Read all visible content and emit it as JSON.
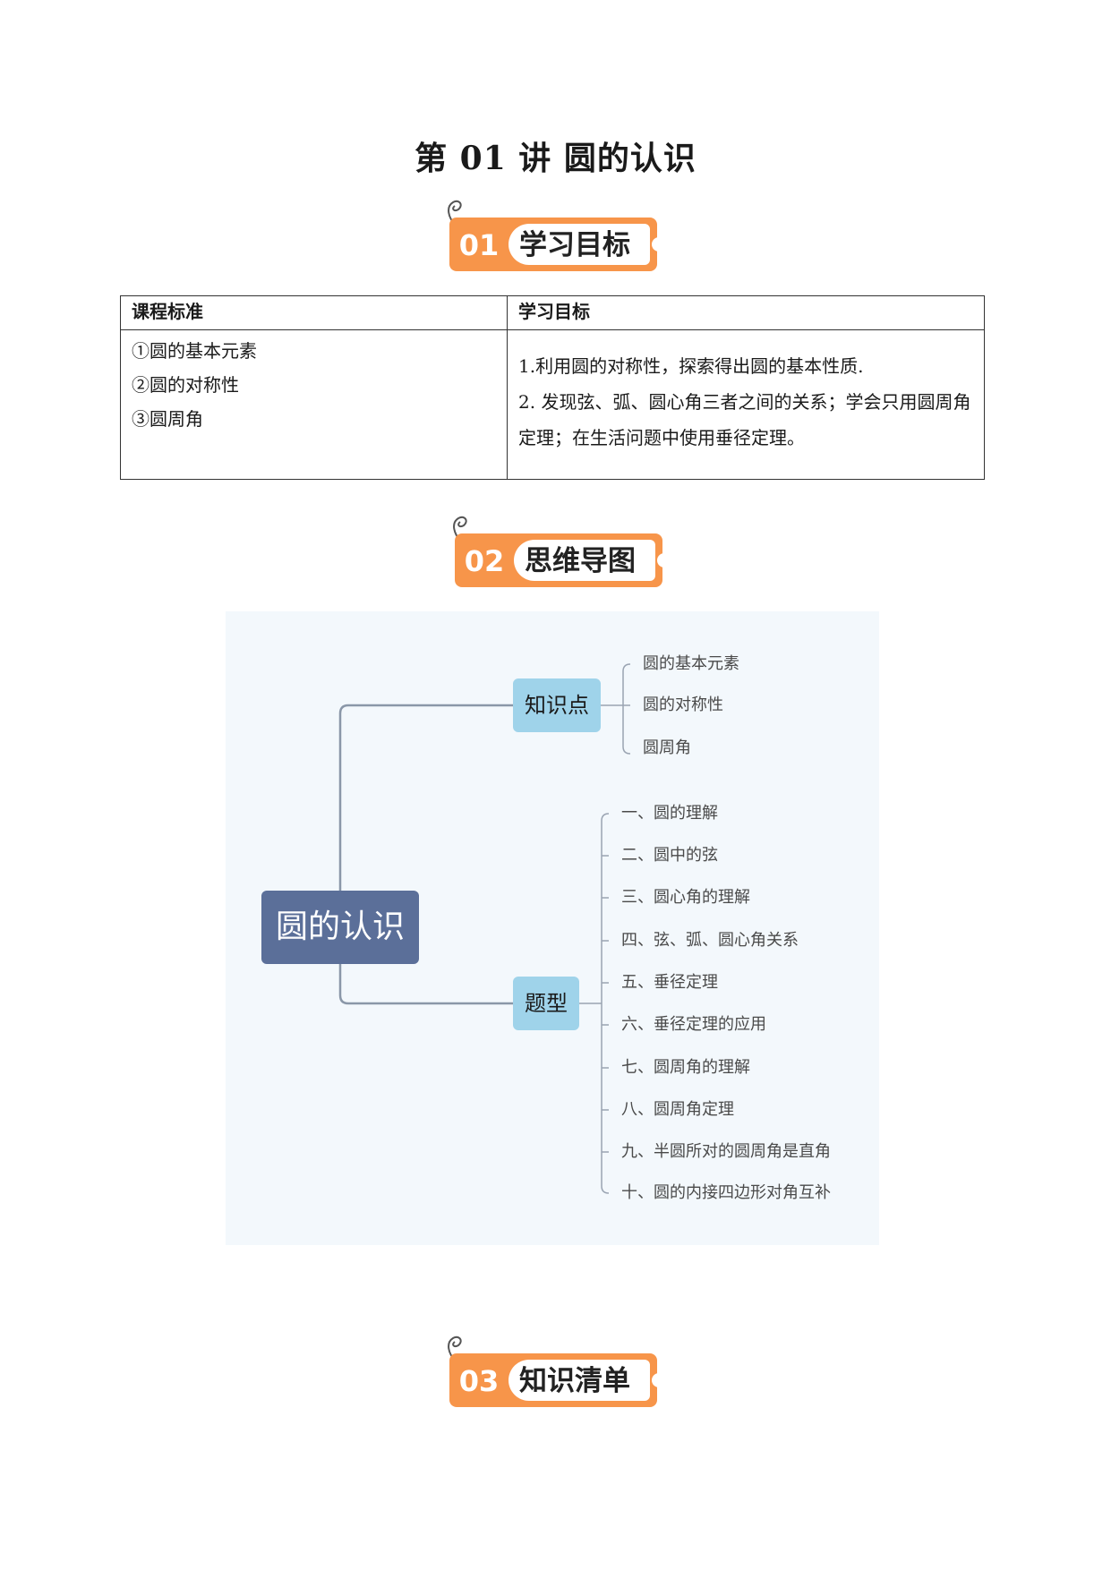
{
  "document": {
    "title": "第 01 讲  圆的认识"
  },
  "sections": [
    {
      "number": "01",
      "label": "学习目标"
    },
    {
      "number": "02",
      "label": "思维导图"
    },
    {
      "number": "03",
      "label": "知识清单"
    }
  ],
  "table": {
    "headers": [
      "课程标准",
      "学习目标"
    ],
    "standards": [
      "①圆的基本元素",
      "②圆的对称性",
      "③圆周角"
    ],
    "goals": [
      "1.利用圆的对称性，探索得出圆的基本性质.",
      "2. 发现弦、弧、圆心角三者之间的关系；学会只用圆周角定理；在生活问题中使用垂径定理。"
    ]
  },
  "mindmap": {
    "root": "圆的认识",
    "branches": [
      {
        "label": "知识点",
        "items": [
          "圆的基本元素",
          "圆的对称性",
          "圆周角"
        ]
      },
      {
        "label": "题型",
        "items": [
          "一、圆的理解",
          "二、圆中的弦",
          "三、圆心角的理解",
          "四、弦、弧、圆心角关系",
          "五、垂径定理",
          "六、垂径定理的应用",
          "七、圆周角的理解",
          "八、圆周角定理",
          "九、半圆所对的圆周角是直角",
          "十、圆的内接四边形对角互补"
        ]
      }
    ]
  },
  "colors": {
    "badge_orange": "#f7954a",
    "root_node": "#5b6f99",
    "branch_node": "#9fd3ea",
    "map_background": "#f3f8fc"
  }
}
